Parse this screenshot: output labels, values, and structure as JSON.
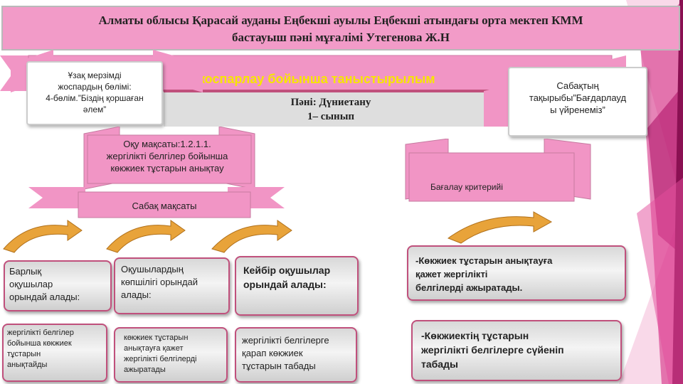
{
  "title": {
    "line1": "Алматы облысы Қарасай ауданы Еңбекші  ауылы Еңбекші атындағы орта мектеп  КММ",
    "line2": "бастауыш пәні мұғалімі Утегенова Ж.Н"
  },
  "plan_banner": "ы жоспарлау бойынша таныстырылым",
  "subject": {
    "line1": "Пәні: Дүниетану",
    "line2": "1– сынып"
  },
  "long_term": {
    "line1": "Ұзақ мерзімді",
    "line2": "жоспардың бөлімі:",
    "line3": "4-бөлім.”Біздің қоршаған",
    "line4": "әлем”"
  },
  "lesson_topic": {
    "line1": "Сабақтың",
    "line2": "тақырыбы”Бағдарлауд",
    "line3": "ы үйренеміз”"
  },
  "learning_goal": {
    "line1": "Оқу мақсаты:1.2.1.1.",
    "line2": "жергілікті белгілер бойынша",
    "line3": "көкжиек тұстарын анықтау"
  },
  "lesson_goal": "Сабақ мақсаты",
  "criteria_title": "Бағалау критерийі",
  "groups": [
    {
      "line1": "Барлық",
      "line2": "оқушылар",
      "line3": "орындай алады:"
    },
    {
      "line1": "Оқушылардың",
      "line2": "көпшілігі орындай",
      "line3": "алады:"
    },
    {
      "line1": "Кейбір оқушылар",
      "line2": "орындай алады:"
    }
  ],
  "tasks": [
    {
      "line1": "жергілікті белгілер",
      "line2": "бойынша көкжиек",
      "line3": "тұстарын",
      "line4": "анықтайды"
    },
    {
      "line1": "көкжиек тұстарын",
      "line2": "анықтауға қажет",
      "line3": "жергілікті белгілерді",
      "line4": "ажыратады"
    },
    {
      "line1": "жергілікті белгілерге",
      "line2": "қарап көкжиек",
      "line3": "тұстарын табады"
    }
  ],
  "criteria": [
    {
      "line1": "-Көкжиек тұстарын анықтауға",
      "line2": "қажет жергілікті",
      "line3": "белгілерді ажыратады."
    },
    {
      "line1": "-Көкжиектің тұстарын",
      "line2": "жергілікті белгілерге сүйеніп",
      "line3": "табады"
    }
  ],
  "colors": {
    "pink": "#f195c5",
    "magenta": "#c0507c",
    "banner_text": "#f7e600",
    "arrow": "#e8a33a"
  }
}
